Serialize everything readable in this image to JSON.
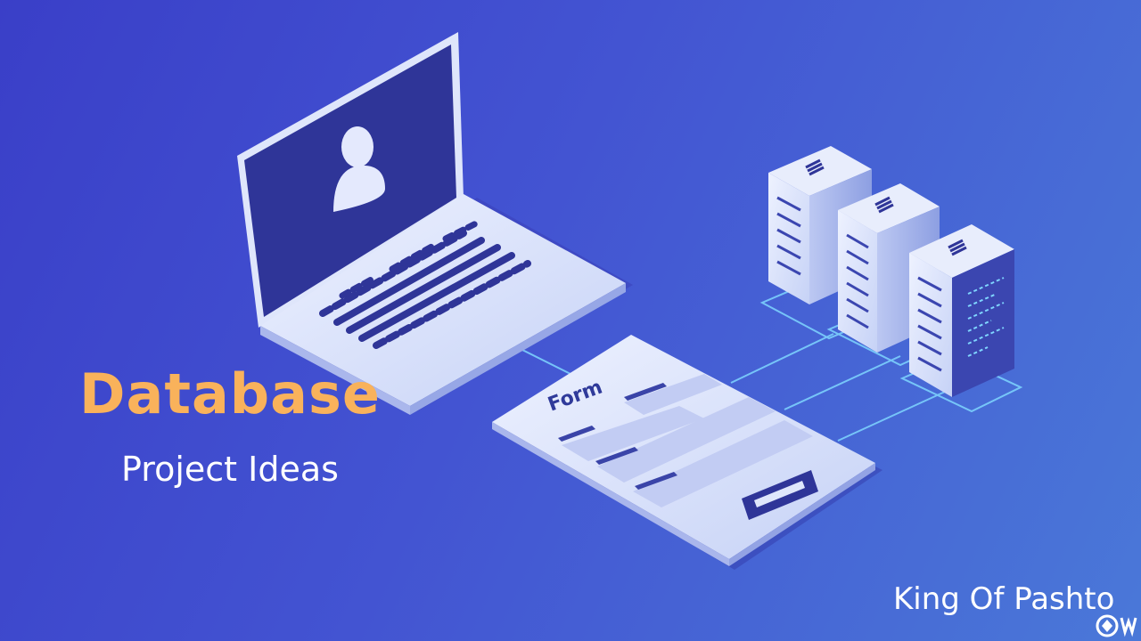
{
  "headline": {
    "title": "Database",
    "subtitle": "Project Ideas"
  },
  "illustration": {
    "form_label": "Form",
    "icons": [
      "laptop-icon",
      "user-avatar-icon",
      "keyboard-icon",
      "form-document-icon",
      "server-icon"
    ]
  },
  "watermark": {
    "text": "King Of Pashto",
    "badge_icon": "logo-badge-icon"
  },
  "colors": {
    "background_start": "#3a3fc8",
    "background_end": "#4a78d8",
    "title": "#f9b25b",
    "subtitle": "#ffffff",
    "laptop_screen": "#2f3598",
    "device_light": "#dfe6fb",
    "connector_lines": "#7fd6ff"
  }
}
